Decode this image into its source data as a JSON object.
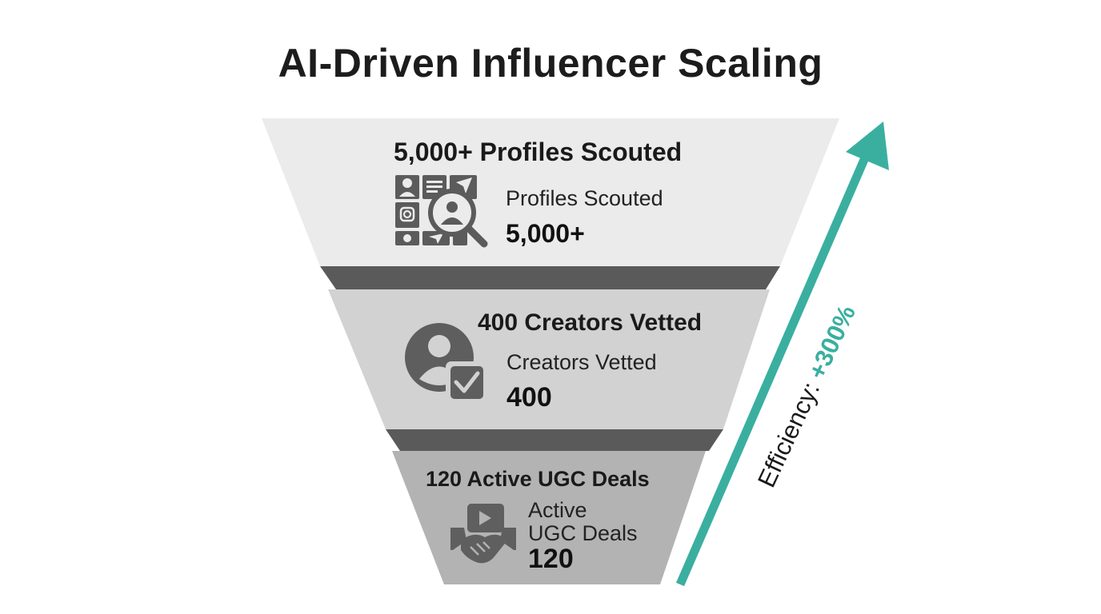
{
  "title": "AI-Driven Influencer Scaling",
  "accent_color": "#3aafa0",
  "stages": [
    {
      "heading": "5,000+ Profiles Scouted",
      "label": "Profiles Scouted",
      "value": "5,000+",
      "icon": "profile-search-grid-icon",
      "fill": "#ebebeb"
    },
    {
      "heading": "400 Creators Vetted",
      "label": "Creators Vetted",
      "value": "400",
      "icon": "user-check-icon",
      "fill": "#d2d2d2"
    },
    {
      "heading": "120 Active UGC Deals",
      "label_line1": "Active",
      "label_line2": "UGC Deals",
      "value": "120",
      "icon": "video-handshake-icon",
      "fill": "#b3b3b3"
    }
  ],
  "efficiency": {
    "label": "Efficiency: ",
    "value": "+300%"
  }
}
